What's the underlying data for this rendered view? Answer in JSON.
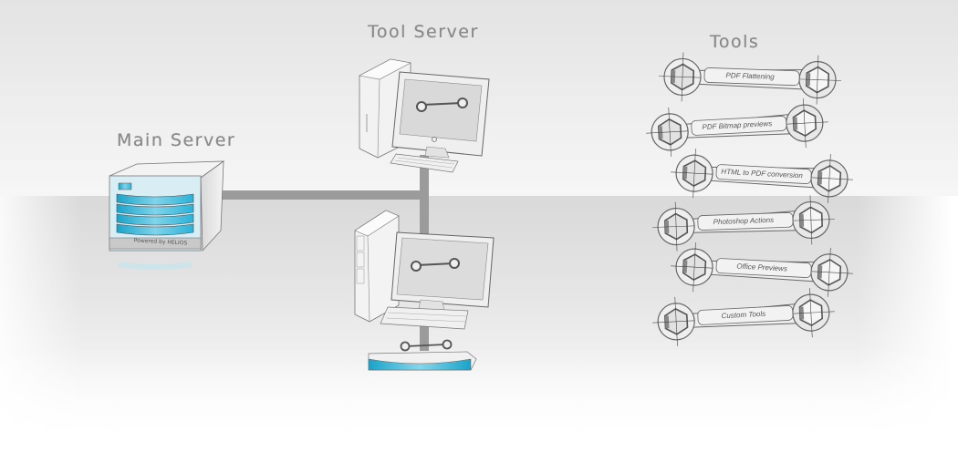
{
  "diagram": {
    "main_server": {
      "label": "Main Server",
      "caption": "Powered by HELIOS"
    },
    "tool_server": {
      "label": "Tool Server"
    },
    "tools": {
      "label": "Tools",
      "items": [
        {
          "label": "PDF Flattening"
        },
        {
          "label": "PDF Bitmap previews"
        },
        {
          "label": "HTML to PDF conversion"
        },
        {
          "label": "Photoshop Actions"
        },
        {
          "label": "Office Previews"
        },
        {
          "label": "Custom Tools"
        }
      ]
    },
    "colors": {
      "accent_cyan": "#2fb3d6",
      "connector": "#9b9b9b",
      "heading": "#8a8a8a"
    }
  }
}
